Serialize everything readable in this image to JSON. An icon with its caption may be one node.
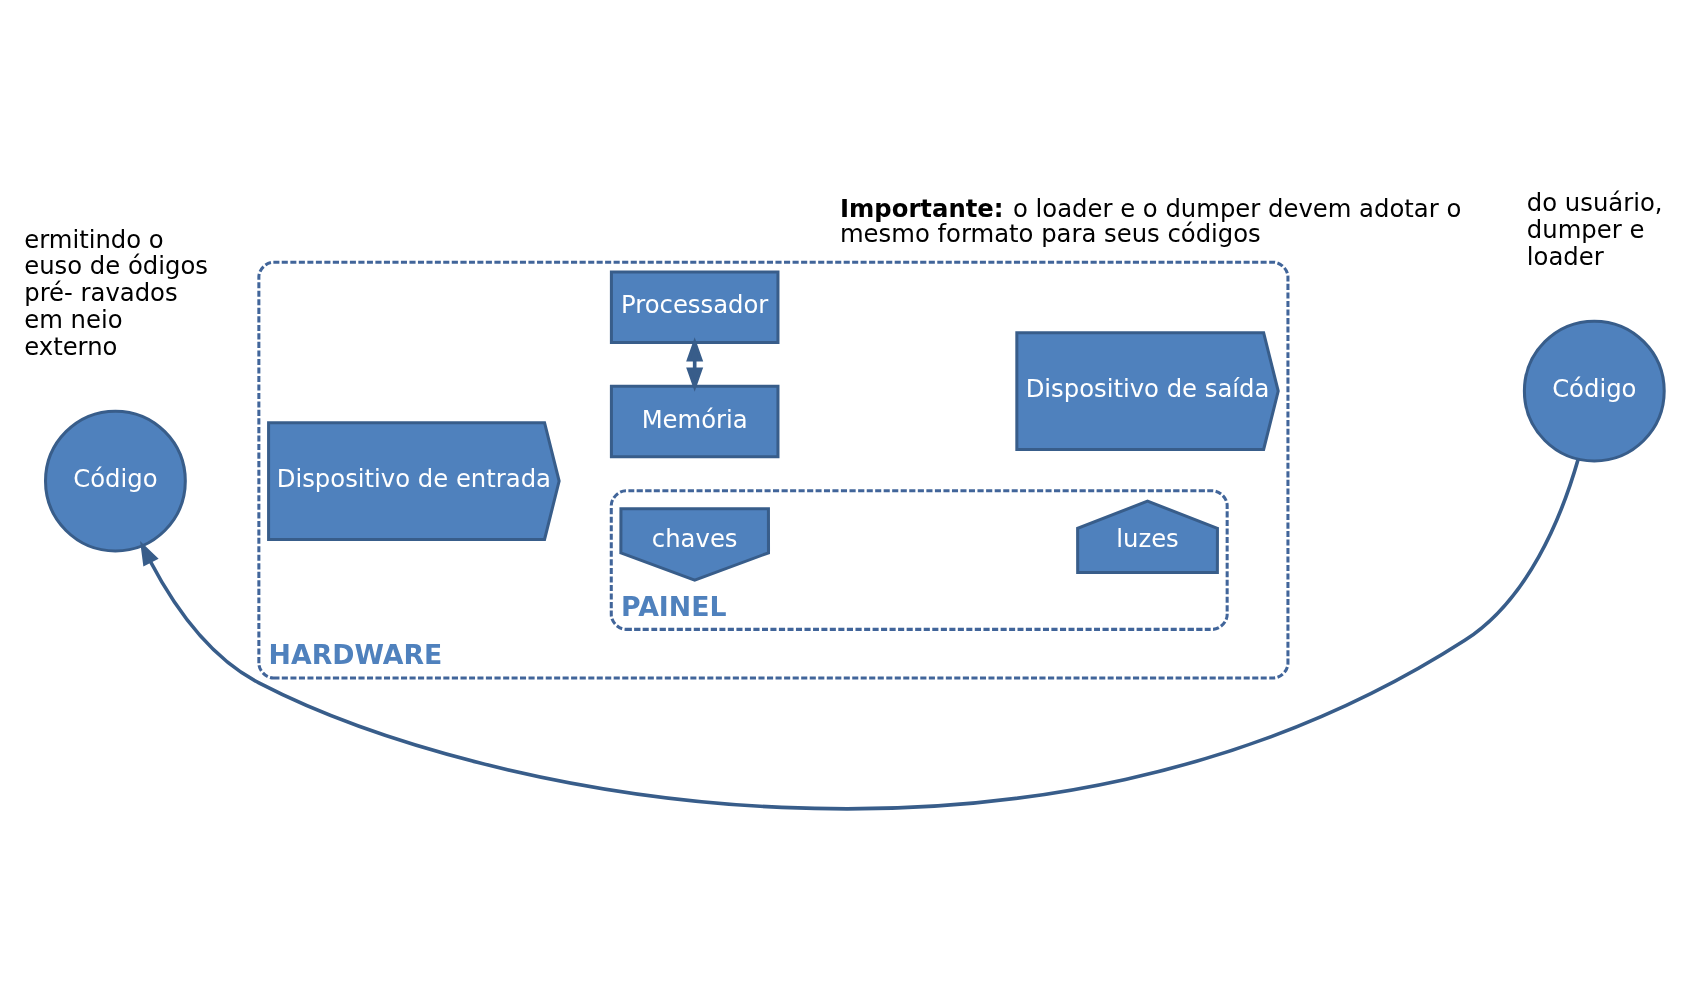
{
  "diagram": {
    "nodes": [
      {
        "text": [
          "HARDWARE"
        ]
      },
      {
        "text": [
          "PAINEL"
        ],
        "in": 0
      },
      {
        "text": [
          "chaves"
        ],
        "in": 1
      },
      {
        "text": [
          "luzes"
        ],
        "in": 1
      },
      {
        "text": [
          "Memória"
        ],
        "in": 0
      },
      {
        "text": [
          "Código"
        ]
      },
      {
        "text": [
          "Dispositivo de entrada"
        ],
        "in": 0
      },
      {
        "text": [
          "Dispositivo de saída"
        ],
        "in": 0
      },
      {
        "text": [
          "Código"
        ]
      },
      {
        "text": [
          "Processador"
        ],
        "in": 0
      }
    ],
    "edges": [
      {
        "from": 4,
        "to": 9,
        "arrow": "both"
      },
      {
        "from": 8,
        "to": 5,
        "arrow": "to"
      }
    ],
    "labels": [
      "ermitindo o euso de ódigos  pré- ravados em neio externo",
      "do usuário, dumper e loader",
      "**Importante:** o loader e o dumper devem adotar o mesmo formato para seus códigos"
    ]
  }
}
